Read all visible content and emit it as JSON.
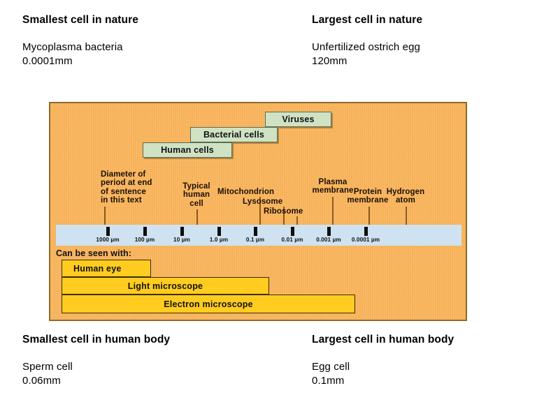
{
  "top_captions": {
    "left": {
      "title": "Smallest cell in nature",
      "line1": "Mycoplasma bacteria",
      "line2": "0.0001mm"
    },
    "right": {
      "title": "Largest cell in nature",
      "line1": "Unfertilized ostrich egg",
      "line2": "120mm"
    }
  },
  "bottom_captions": {
    "left": {
      "title": "Smallest cell in human body",
      "line1": "Sperm cell",
      "line2": "0.06mm"
    },
    "right": {
      "title": "Largest cell in human body",
      "line1": "Egg cell",
      "line2": "0.1mm"
    }
  },
  "figure": {
    "colors": {
      "panel_background": "#f7b055",
      "panel_border": "#8a6a2a",
      "category_box": "#cfe3c4",
      "category_box_border": "#5f6b50",
      "ruler_strip": "#cfe2f2",
      "tool_bar": "#ffcc1f",
      "tool_bar_border": "#3a2c08",
      "leader_line": "#8a5a20"
    },
    "category_boxes": [
      {
        "label": "Viruses"
      },
      {
        "label": "Bacterial cells"
      },
      {
        "label": "Human cells"
      }
    ],
    "scale_labels": [
      {
        "text": "Diameter of\nperiod at end\nof sentence\nin this text"
      },
      {
        "text": "Typical\nhuman\ncell"
      },
      {
        "text": "Mitochondrion"
      },
      {
        "text": "Lysosome"
      },
      {
        "text": "Ribosome"
      },
      {
        "text": "Plasma\nmembrane"
      },
      {
        "text": "Protein\nmembrane"
      },
      {
        "text": "Hydrogen\natom"
      }
    ],
    "ruler": {
      "ticks": [
        {
          "label": "1000 µm"
        },
        {
          "label": "100 µm"
        },
        {
          "label": "10 µm"
        },
        {
          "label": "1.0 µm"
        },
        {
          "label": "0.1 µm"
        },
        {
          "label": "0.01 µm"
        },
        {
          "label": "0.001 µm"
        },
        {
          "label": "0.0001 µm"
        }
      ]
    },
    "seen_with": {
      "heading": "Can be seen with:",
      "bars": [
        {
          "label": "Human eye"
        },
        {
          "label": "Light microscope"
        },
        {
          "label": "Electron microscope"
        }
      ]
    }
  }
}
